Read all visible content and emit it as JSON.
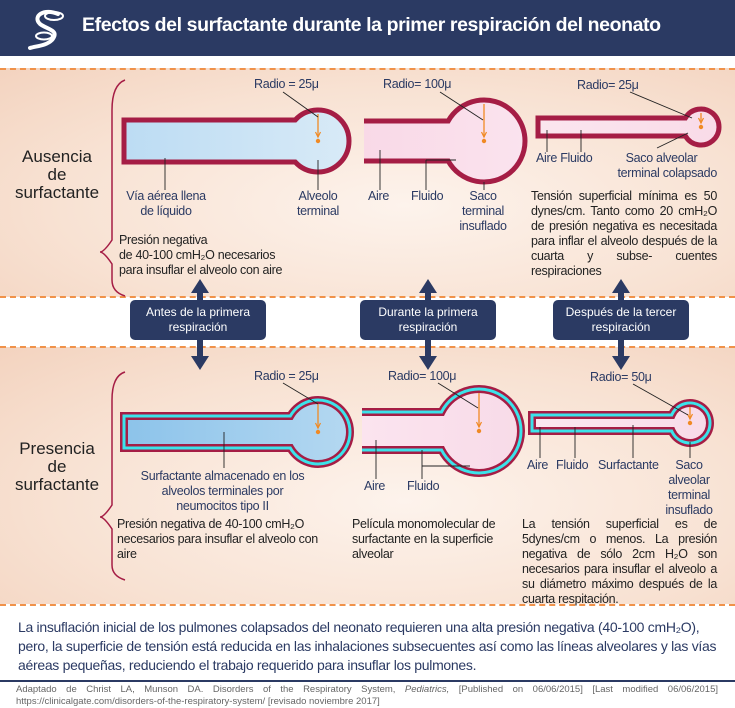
{
  "header": {
    "title": "Efectos del surfactante durante la primer respiración del neonato",
    "logo": "lung-logo-icon"
  },
  "top": {
    "side_label": [
      "Ausencia",
      "de",
      "surfactante"
    ],
    "d1": {
      "radius": "Radio = 25μ",
      "airway": [
        "Vía aérea llena",
        "de líquido"
      ],
      "alveolo": [
        "Alveolo",
        "terminal"
      ],
      "text": [
        "Presión negativa",
        "de 40-100 cmH₂O necesarios",
        "para insuflar el alveolo con aire"
      ]
    },
    "d2": {
      "radius": "Radio= 100μ",
      "aire": "Aire",
      "fluido": "Fluido",
      "saco": [
        "Saco",
        "terminal",
        "insuflado"
      ]
    },
    "d3": {
      "radius": "Radio= 25μ",
      "aire_fluido": "Aire Fluido",
      "saco": [
        "Saco alveolar",
        "terminal colapsado"
      ],
      "text": "Tensión superficial mínima es 50 dynes/cm. Tanto como 20 cmH₂O de presión negativa es necesitada para inflar el alveolo después de la cuarta y subse- cuentes respiraciones"
    }
  },
  "stages": [
    "Antes de la primera respiración",
    "Durante la primera respiración",
    "Después de la tercer respiración"
  ],
  "bottom": {
    "side_label": [
      "Presencia",
      "de",
      "surfactante"
    ],
    "d1": {
      "radius": "Radio = 25μ",
      "surf": [
        "Surfactante almacenado en los",
        "alveolos terminales por",
        "neumocitos tipo II"
      ],
      "text": "Presión negativa de 40-100 cmH₂O necesarios para insuflar el alveolo con aire"
    },
    "d2": {
      "radius": "Radio= 100μ",
      "aire": "Aire",
      "fluido": "Fluido",
      "text": "Película monomolecular de surfactante en la superficie alveolar"
    },
    "d3": {
      "radius": "Radio= 50μ",
      "aire": "Aire",
      "fluido": "Fluido",
      "surfactante": "Surfactante",
      "saco": [
        "Saco",
        "alveolar",
        "terminal",
        "insuflado"
      ],
      "text": "La tensión superficial es de 5dynes/cm o menos. La presión negativa de sólo 2cm H₂O son necesarios para insuflar el alveolo a su diámetro máximo después de la cuarta respitación."
    }
  },
  "footer": {
    "summary": "La insuflación inicial de los pulmones colapsados del neonato requieren una alta presión negativa (40-100 cmH₂O), pero, la superficie de tensión está reducida en las inhalaciones subsecuentes así como las líneas alveolares y las vías aéreas pequeñas, reduciendo el trabajo requerido para insuflar los pulmones.",
    "citation_pre": "Adaptado de Christ LA, Munson DA. Disorders of the Respiratory System, ",
    "citation_journal": "Pediatrics,",
    "citation_post": " [Published on 06/06/2015] [Last modified 06/06/2015] https://clinicalgate.com/disorders-of-the-respiratory-system/ [revisado noviembre 2017]"
  },
  "colors": {
    "navy": "#2b3a63",
    "crimson": "#a51d45",
    "cyan": "#3be3ea",
    "orange": "#f08a24"
  }
}
